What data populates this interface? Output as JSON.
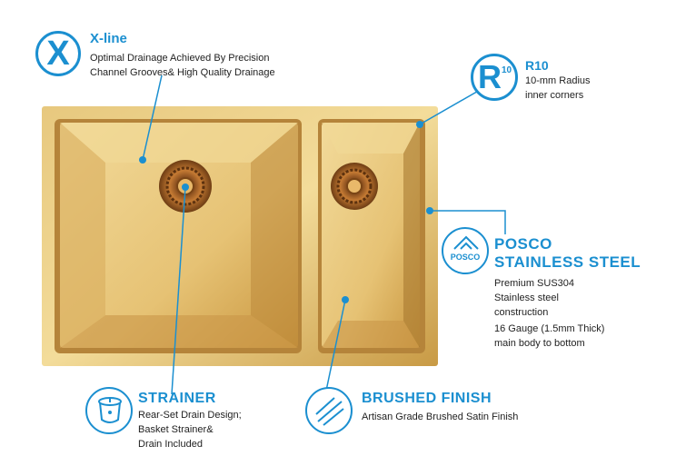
{
  "colors": {
    "accent": "#1b8fd0",
    "gold": "#d9b15a",
    "text": "#222222"
  },
  "xline": {
    "icon_letter": "X",
    "title": "X-line",
    "desc": "Optimal Drainage Achieved By Precision\nChannel Grooves& High Quality Drainage"
  },
  "r10": {
    "icon_letter": "R",
    "icon_sub": "10",
    "title": "R10",
    "desc": "10-mm Radius\ninner corners"
  },
  "posco": {
    "icon_text": "POSCO",
    "title_line1": "POSCO",
    "title_line2": "STAINLESS STEEL",
    "desc1": "Premium SUS304\nStainless steel\nconstruction",
    "desc2": "16 Gauge (1.5mm Thick)\nmain body to bottom"
  },
  "strainer": {
    "title": "STRAINER",
    "desc": "Rear-Set Drain Design;\nBasket Strainer&\nDrain Included"
  },
  "brushed": {
    "title": "BRUSHED FINISH",
    "desc": "Artisan Grade Brushed Satin Finish"
  },
  "icons": [
    "x-icon",
    "r10-icon",
    "posco-icon",
    "strainer-icon",
    "brushed-finish-icon"
  ]
}
